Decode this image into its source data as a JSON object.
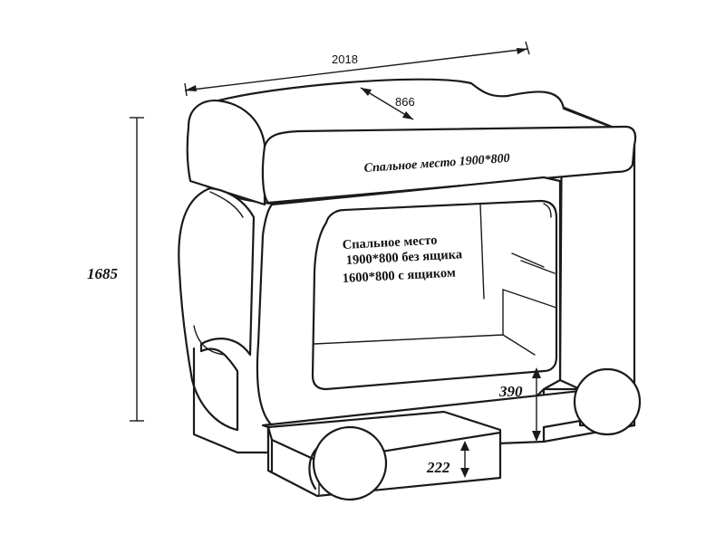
{
  "dimensions": {
    "total_length": "2018",
    "depth": "866",
    "total_height": "1685",
    "lower_bed_height": "390",
    "drawer_height": "222"
  },
  "labels": {
    "upper_berth": "Спальное место 1900*800",
    "lower_berth_line1": "Спальное место",
    "lower_berth_line2": "1900*800 без ящика",
    "lower_berth_line3": "1600*800 с ящиком"
  },
  "colors": {
    "line": "#1a1a1a",
    "background": "#ffffff"
  }
}
